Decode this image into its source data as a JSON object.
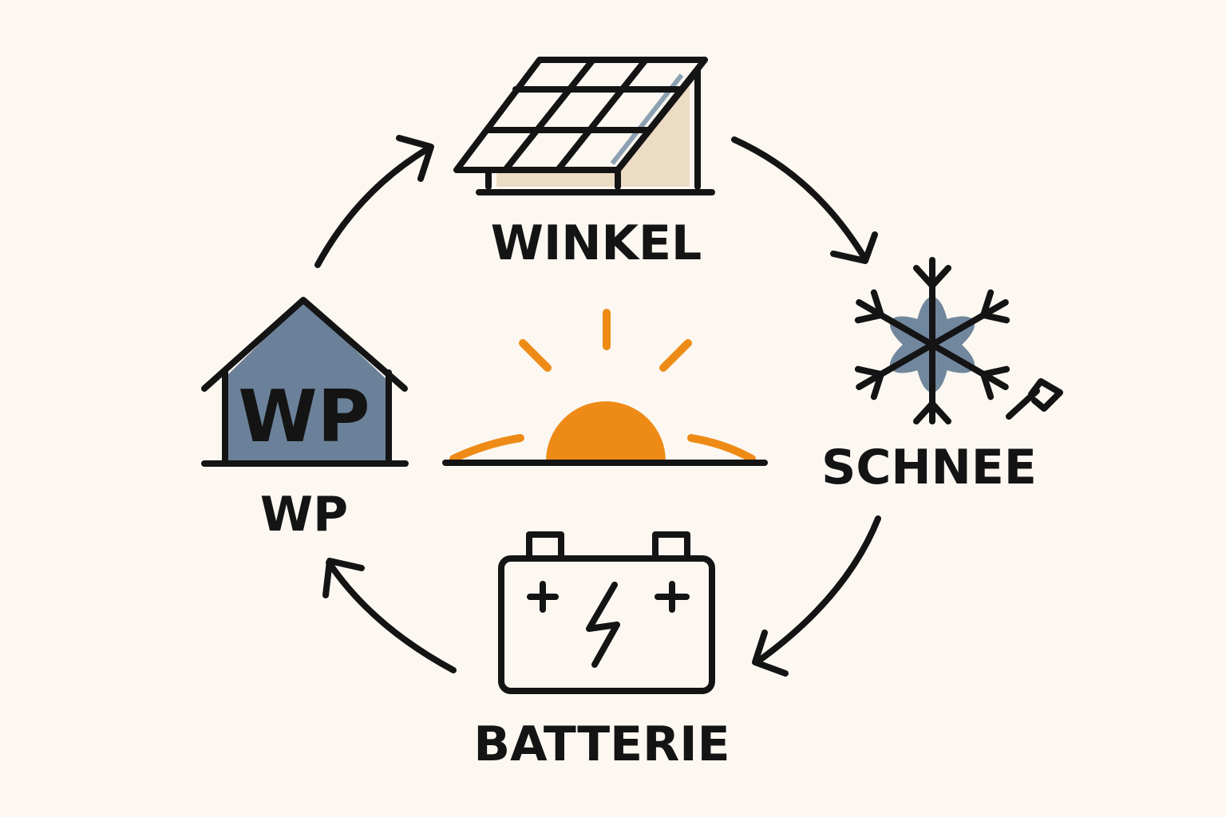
{
  "colors": {
    "background": "#FCF8F1",
    "ink": "#141414",
    "slate_blue": "#6A8199",
    "beige": "#EDDCC4",
    "sun": "#EE8B17"
  },
  "nodes": {
    "winkel": {
      "label": "WINKEL",
      "icon": "solar-panel-icon"
    },
    "schnee": {
      "label": "SCHNEE",
      "icon": "snowflake-icon"
    },
    "batterie": {
      "label": "BATTERIE",
      "icon": "battery-icon"
    },
    "wp": {
      "label": "WP",
      "icon": "house-icon",
      "house_text": "WP"
    }
  },
  "center": {
    "icon": "sunrise-icon"
  },
  "cycle": {
    "direction": "clockwise",
    "order": [
      "winkel",
      "schnee",
      "batterie",
      "wp"
    ]
  }
}
